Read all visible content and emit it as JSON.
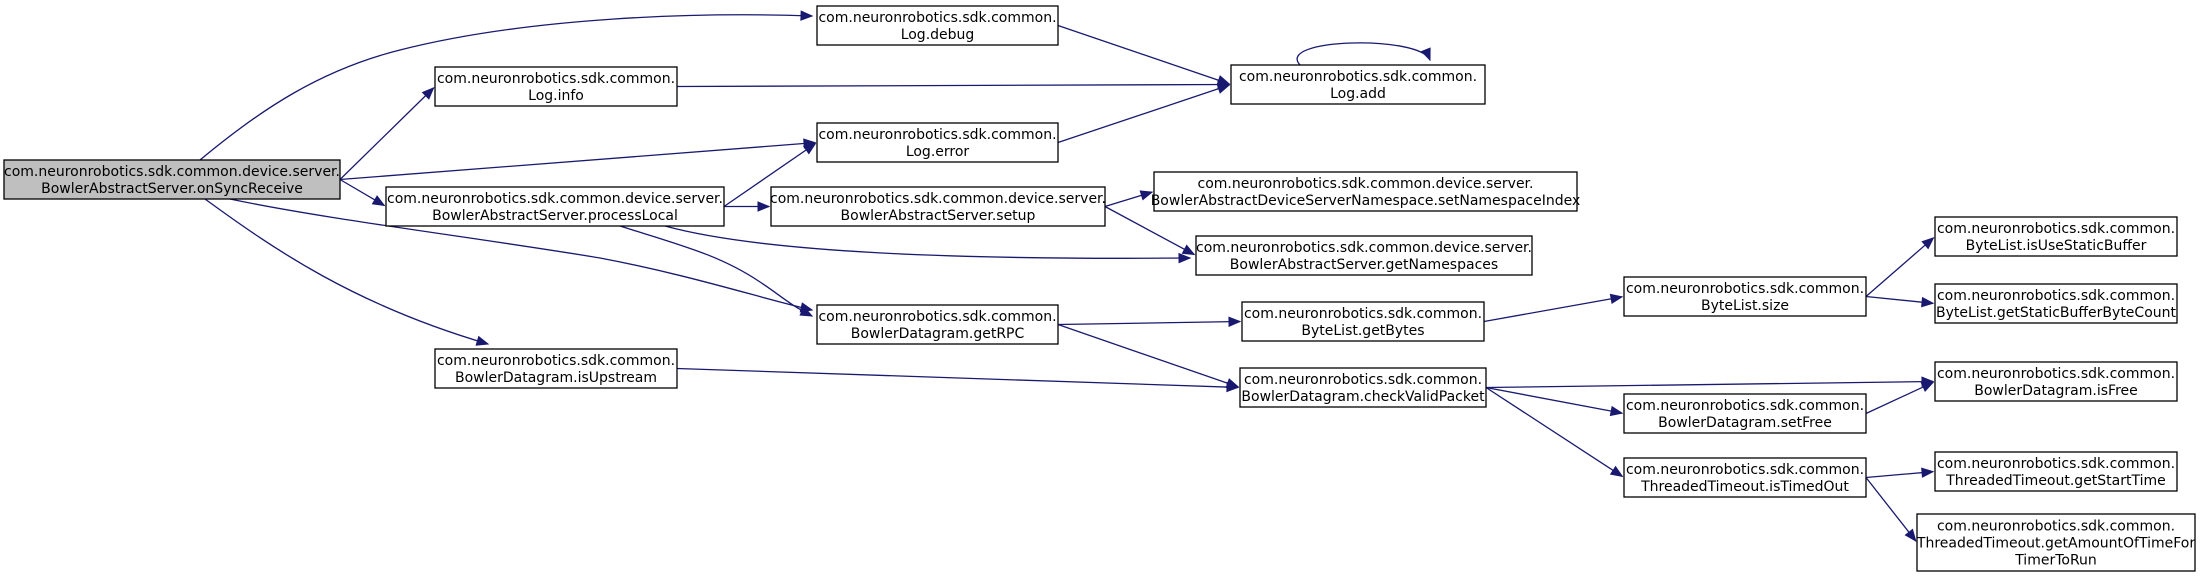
{
  "nodes": {
    "onSyncReceive": [
      "com.neuronrobotics.sdk.common.device.server.",
      "BowlerAbstractServer.onSyncReceive"
    ],
    "logDebug": [
      "com.neuronrobotics.sdk.common.",
      "Log.debug"
    ],
    "logInfo": [
      "com.neuronrobotics.sdk.common.",
      "Log.info"
    ],
    "logAdd": [
      "com.neuronrobotics.sdk.common.",
      "Log.add"
    ],
    "logError": [
      "com.neuronrobotics.sdk.common.",
      "Log.error"
    ],
    "processLocal": [
      "com.neuronrobotics.sdk.common.device.server.",
      "BowlerAbstractServer.processLocal"
    ],
    "setup": [
      "com.neuronrobotics.sdk.common.device.server.",
      "BowlerAbstractServer.setup"
    ],
    "setNamespaceIndex": [
      "com.neuronrobotics.sdk.common.device.server.",
      "BowlerAbstractDeviceServerNamespace.setNamespaceIndex"
    ],
    "getNamespaces": [
      "com.neuronrobotics.sdk.common.device.server.",
      "BowlerAbstractServer.getNamespaces"
    ],
    "getRPC": [
      "com.neuronrobotics.sdk.common.",
      "BowlerDatagram.getRPC"
    ],
    "getBytes": [
      "com.neuronrobotics.sdk.common.",
      "ByteList.getBytes"
    ],
    "size": [
      "com.neuronrobotics.sdk.common.",
      "ByteList.size"
    ],
    "isUseStaticBuffer": [
      "com.neuronrobotics.sdk.common.",
      "ByteList.isUseStaticBuffer"
    ],
    "getStaticBufferByteCount": [
      "com.neuronrobotics.sdk.common.",
      "ByteList.getStaticBufferByteCount"
    ],
    "isUpstream": [
      "com.neuronrobotics.sdk.common.",
      "BowlerDatagram.isUpstream"
    ],
    "checkValidPacket": [
      "com.neuronrobotics.sdk.common.",
      "BowlerDatagram.checkValidPacket"
    ],
    "isFree": [
      "com.neuronrobotics.sdk.common.",
      "BowlerDatagram.isFree"
    ],
    "setFree": [
      "com.neuronrobotics.sdk.common.",
      "BowlerDatagram.setFree"
    ],
    "isTimedOut": [
      "com.neuronrobotics.sdk.common.",
      "ThreadedTimeout.isTimedOut"
    ],
    "getStartTime": [
      "com.neuronrobotics.sdk.common.",
      "ThreadedTimeout.getStartTime"
    ],
    "getAmountOfTime": [
      "com.neuronrobotics.sdk.common.",
      "ThreadedTimeout.getAmountOfTimeFor",
      "TimerToRun"
    ]
  },
  "highlighted_node": "onSyncReceive",
  "edges": [
    [
      "onSyncReceive",
      "logDebug"
    ],
    [
      "onSyncReceive",
      "logInfo"
    ],
    [
      "onSyncReceive",
      "logError"
    ],
    [
      "onSyncReceive",
      "processLocal"
    ],
    [
      "onSyncReceive",
      "getRPC"
    ],
    [
      "onSyncReceive",
      "isUpstream"
    ],
    [
      "logDebug",
      "logAdd"
    ],
    [
      "logInfo",
      "logAdd"
    ],
    [
      "logError",
      "logAdd"
    ],
    [
      "logAdd",
      "logAdd"
    ],
    [
      "processLocal",
      "logError"
    ],
    [
      "processLocal",
      "setup"
    ],
    [
      "processLocal",
      "getNamespaces"
    ],
    [
      "processLocal",
      "getRPC"
    ],
    [
      "setup",
      "setNamespaceIndex"
    ],
    [
      "setup",
      "getNamespaces"
    ],
    [
      "getRPC",
      "getBytes"
    ],
    [
      "getRPC",
      "checkValidPacket"
    ],
    [
      "getBytes",
      "size"
    ],
    [
      "size",
      "isUseStaticBuffer"
    ],
    [
      "size",
      "getStaticBufferByteCount"
    ],
    [
      "isUpstream",
      "checkValidPacket"
    ],
    [
      "checkValidPacket",
      "isFree"
    ],
    [
      "checkValidPacket",
      "setFree"
    ],
    [
      "checkValidPacket",
      "isTimedOut"
    ],
    [
      "setFree",
      "isFree"
    ],
    [
      "isTimedOut",
      "getStartTime"
    ],
    [
      "isTimedOut",
      "getAmountOfTime"
    ]
  ],
  "colors": {
    "edge": "#191970",
    "root_fill": "#bfbfbf",
    "node_fill": "#ffffff",
    "border": "#000000"
  }
}
